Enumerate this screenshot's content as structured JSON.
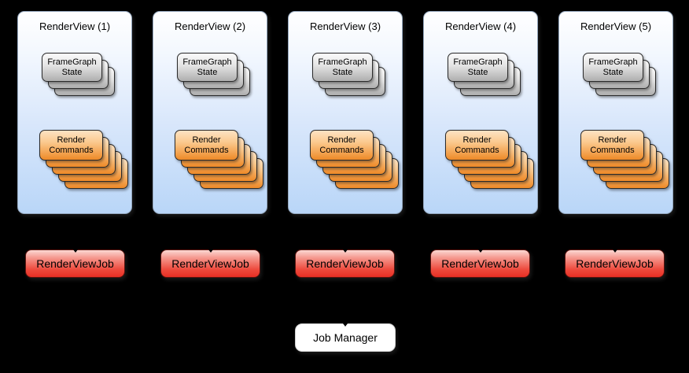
{
  "palette": {
    "background": "#000000",
    "view_fill_top": "#ffffff",
    "view_fill_bottom": "#b9d6f8",
    "state_card_top": "#fbfbfb",
    "state_card_bottom": "#aeaeae",
    "command_card_top": "#fde3c4",
    "command_card_bottom": "#ee8a28",
    "job_fill_top": "#fbd8d3",
    "job_fill_bottom": "#e82f24",
    "job_manager_fill": "#ffffff",
    "text": "#000000"
  },
  "views": [
    {
      "title": "RenderView (1)",
      "state_stack_label": "FrameGraph State",
      "state_stack_count": 3,
      "command_stack_label": "Render Commands",
      "command_stack_count": 5
    },
    {
      "title": "RenderView (2)",
      "state_stack_label": "FrameGraph State",
      "state_stack_count": 3,
      "command_stack_label": "Render Commands",
      "command_stack_count": 5
    },
    {
      "title": "RenderView (3)",
      "state_stack_label": "FrameGraph State",
      "state_stack_count": 3,
      "command_stack_label": "Render Commands",
      "command_stack_count": 5
    },
    {
      "title": "RenderView (4)",
      "state_stack_label": "FrameGraph State",
      "state_stack_count": 3,
      "command_stack_label": "Render Commands",
      "command_stack_count": 5
    },
    {
      "title": "RenderView (5)",
      "state_stack_label": "FrameGraph State",
      "state_stack_count": 3,
      "command_stack_label": "Render Commands",
      "command_stack_count": 5
    }
  ],
  "jobs": [
    {
      "label": "RenderViewJob"
    },
    {
      "label": "RenderViewJob"
    },
    {
      "label": "RenderViewJob"
    },
    {
      "label": "RenderViewJob"
    },
    {
      "label": "RenderViewJob"
    }
  ],
  "job_manager": {
    "label": "Job Manager"
  }
}
